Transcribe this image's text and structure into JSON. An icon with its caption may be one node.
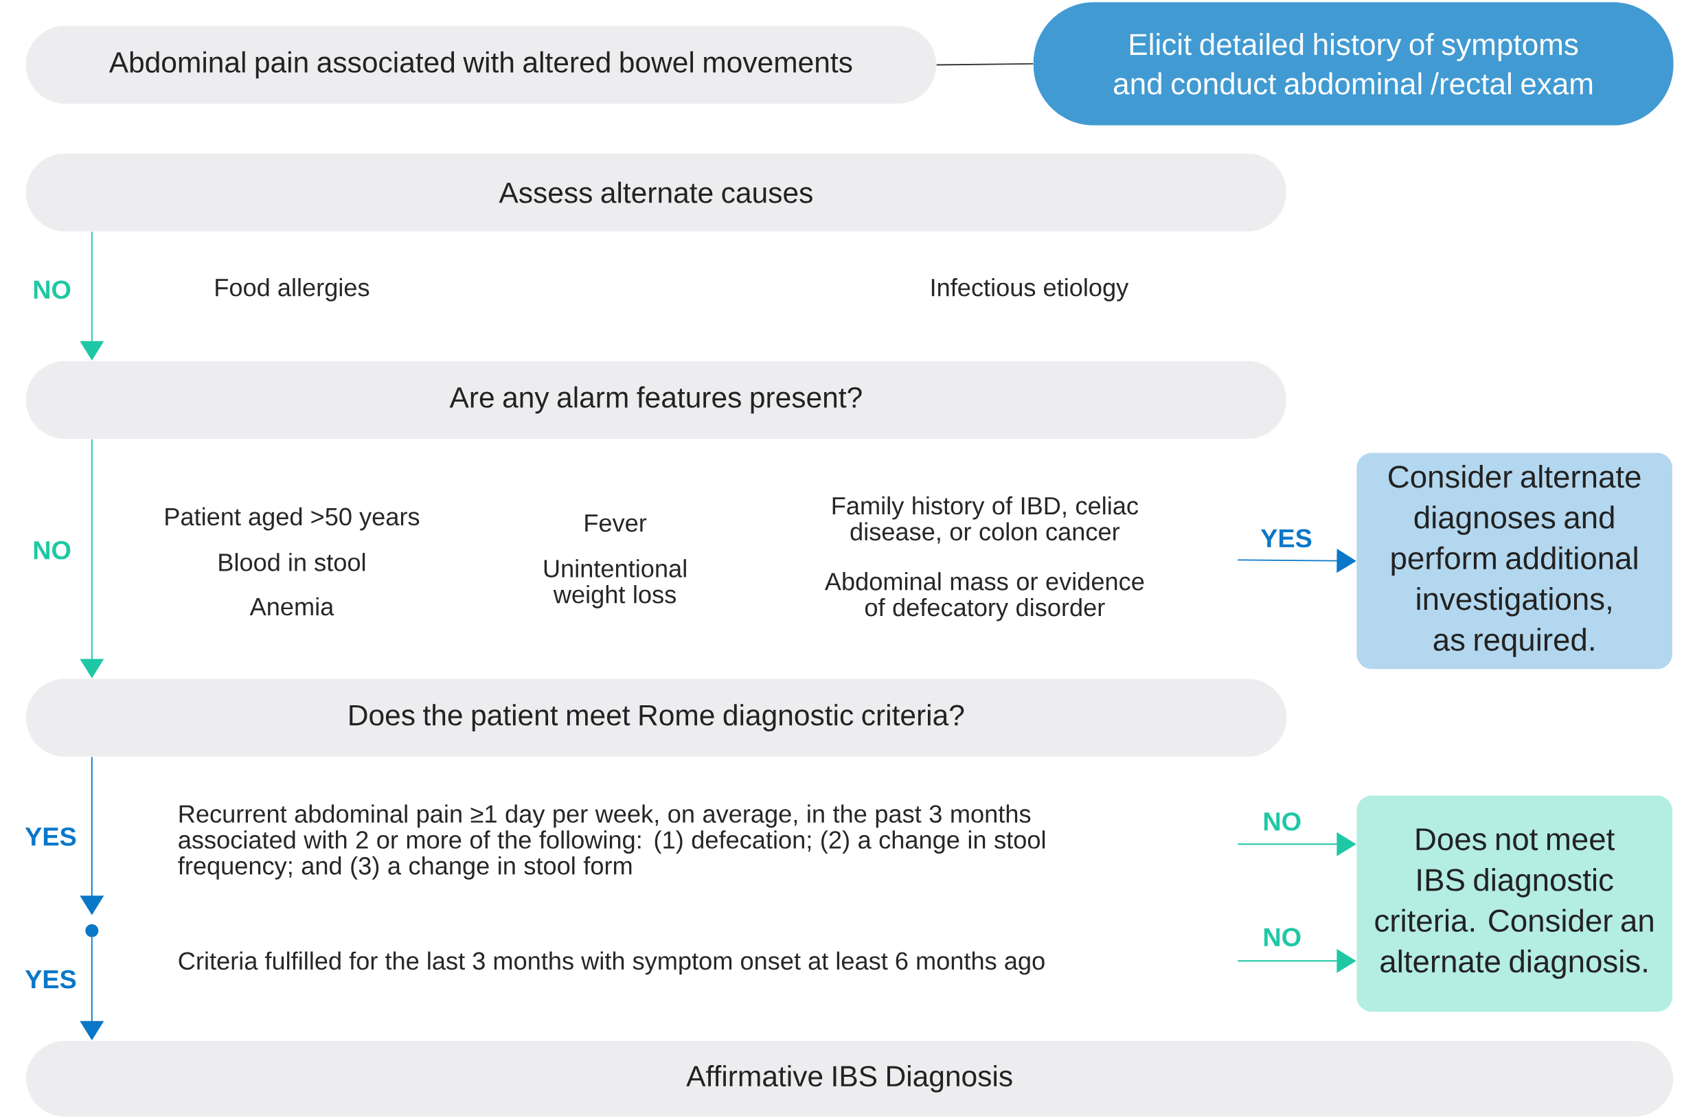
{
  "diagram": {
    "nodes": [
      {
        "text": [
          "Abdominal pain associated with altered bowel movements"
        ]
      },
      {
        "text": [
          "Elicit detailed history of symptoms and conduct abdominal /rectal exam"
        ]
      },
      {
        "text": [
          "Assess alternate causes"
        ]
      },
      {
        "text": [
          "Are any alarm features present?"
        ]
      },
      {
        "text": [
          "Does the patient meet Rome diagnostic criteria?"
        ]
      },
      {
        "text": [
          "Consider alternate diagnoses and perform additional investigations, as required."
        ]
      },
      {
        "text": [
          "Does not meet IBS diagnostic criteria. Consider an alternate diagnosis."
        ]
      },
      {
        "text": [
          "Affirmative IBS Diagnosis"
        ]
      },
      {
        "text": [],
        "shape": "circle"
      }
    ],
    "edges": [
      {
        "from": 0,
        "to": 1,
        "arrow": "none",
        "color": "#333333"
      },
      {
        "from": 2,
        "to": 3,
        "arrow": "to",
        "label": "NO"
      },
      {
        "from": 3,
        "to": 4,
        "arrow": "to",
        "label": "NO"
      },
      {
        "from": 4,
        "to": 8,
        "arrow": "to",
        "label": "YES",
        "color": "#0a77c8"
      },
      {
        "from": 8,
        "to": 7,
        "arrow": "to",
        "label": "YES",
        "color": "#0a77c8"
      },
      {
        "from": null,
        "to": 5,
        "arrow": "to",
        "label": "YES",
        "color": "#0a77c8"
      },
      {
        "from": null,
        "to": 6,
        "arrow": "to",
        "label": "NO"
      },
      {
        "from": null,
        "to": 6,
        "arrow": "to",
        "label": "NO"
      }
    ],
    "labels": [
      "Food allergies",
      "Infectious etiology",
      "Patient aged >50 years",
      "Blood in stool",
      "Anemia",
      "Fever",
      "Unintentional weight loss",
      "Family history of IBD, celiac disease, or colon cancer",
      "Abdominal mass or evidence of defecatory disorder",
      "Recurrent abdominal pain ≥1 day per week, on average, in the past 3 months associated with 2 or more of the following: (1) defecation; (2) a change in stool frequency; and (3) a change in stool form",
      "Criteria fulfilled for the last 3 months with symptom onset at least 6 months ago"
    ]
  }
}
